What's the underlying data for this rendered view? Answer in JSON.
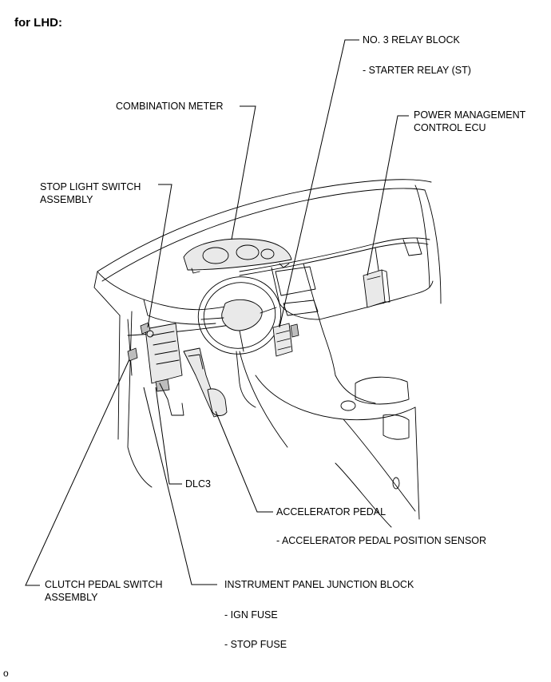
{
  "title": "for LHD:",
  "corner_mark": "o",
  "labels": {
    "relay_block": "NO. 3 RELAY BLOCK",
    "starter_relay": "- STARTER RELAY (ST)",
    "combination_meter": "COMBINATION METER",
    "power_mgmt_line1": "POWER MANAGEMENT",
    "power_mgmt_line2": "CONTROL ECU",
    "stop_light_line1": "STOP LIGHT SWITCH",
    "stop_light_line2": "ASSEMBLY",
    "dlc3": "DLC3",
    "accelerator_pedal": "ACCELERATOR PEDAL",
    "accel_position_sensor": "- ACCELERATOR PEDAL POSITION SENSOR",
    "clutch_line1": "CLUTCH PEDAL SWITCH",
    "clutch_line2": "ASSEMBLY",
    "ipjb": "INSTRUMENT PANEL JUNCTION BLOCK",
    "ign_fuse": "- IGN FUSE",
    "stop_fuse": "- STOP FUSE"
  }
}
